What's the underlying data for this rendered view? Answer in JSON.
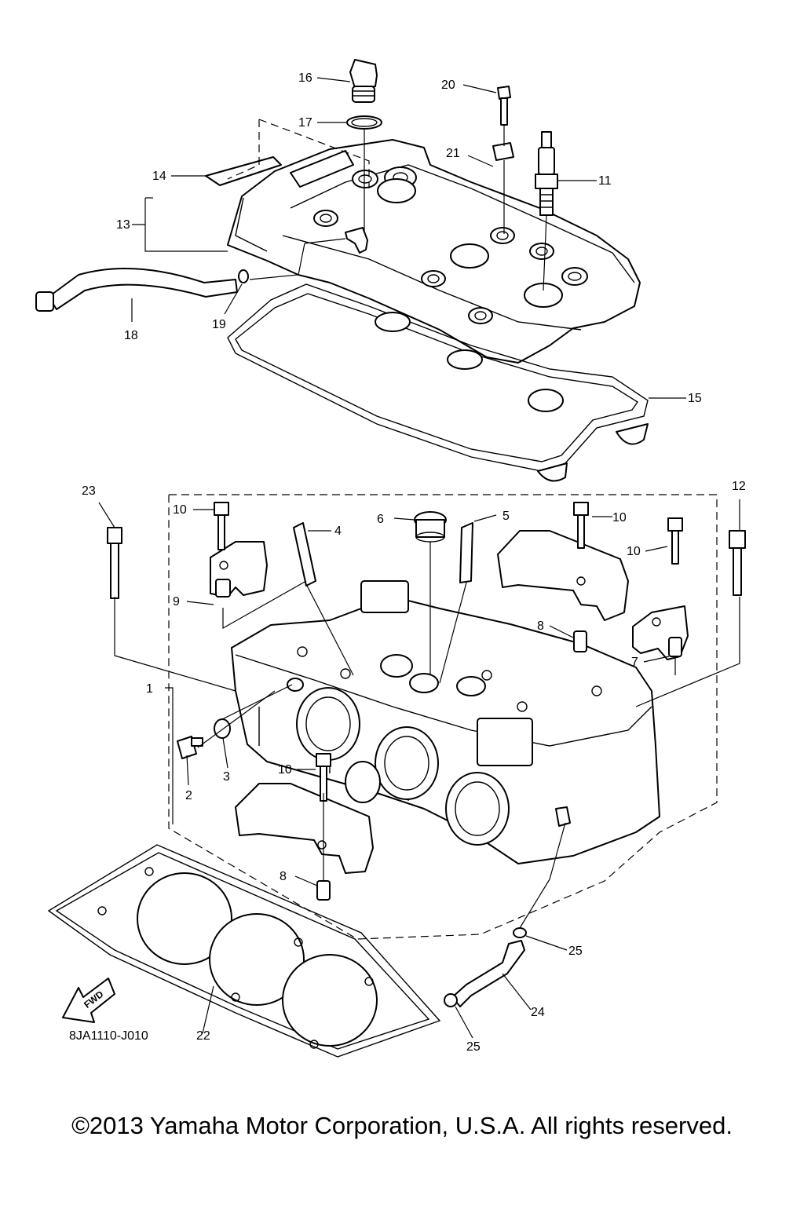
{
  "diagram": {
    "callouts": [
      "1",
      "2",
      "3",
      "4",
      "5",
      "6",
      "7",
      "8",
      "9",
      "10",
      "11",
      "12",
      "13",
      "14",
      "15",
      "16",
      "17",
      "18",
      "19",
      "20",
      "21",
      "22",
      "23",
      "24",
      "25"
    ],
    "drawing_code": "8JA1110-J010",
    "fwd_label": "FWD",
    "copyright": "©2013 Yamaha Motor Corporation, U.S.A. All rights reserved."
  }
}
